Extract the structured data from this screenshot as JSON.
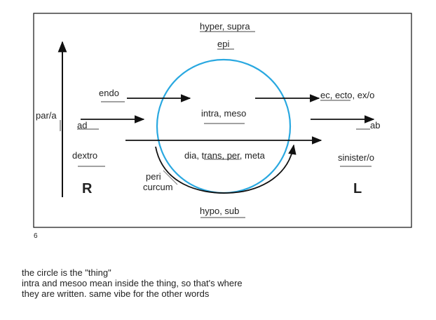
{
  "diagram": {
    "labels": {
      "top": "hyper, supra",
      "epi": "epi",
      "endo": "endo",
      "ec": "ec, ecto, ex/o",
      "para": "par/a",
      "ad": "ad",
      "ab": "ab",
      "intra": "intra, meso",
      "dextro": "dextro",
      "dia": "dia, trans, per, meta",
      "sinister": "sinister/o",
      "peri": "peri",
      "curcum": "curcum",
      "right": "R",
      "left": "L",
      "hypo": "hypo, sub"
    },
    "colors": {
      "circle": "#29a8e0",
      "lines": "#111111",
      "underline": "#444444"
    }
  },
  "page_number": "6",
  "notes": [
    "the circle is the \"thing\"",
    "intra and mesoo mean inside the thing, so that's where",
    "they are written. same vibe for the other words"
  ]
}
